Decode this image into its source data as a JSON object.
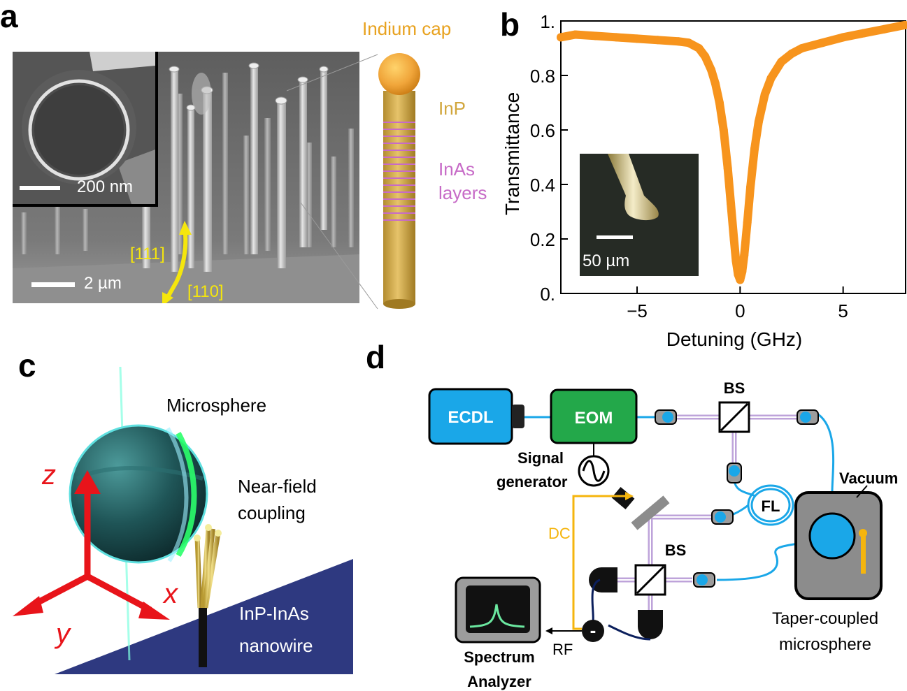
{
  "panels": {
    "a": {
      "label": "a",
      "inset_scale": "200 nm",
      "scale": "2 µm",
      "dir_111": "[111]",
      "dir_110": "[110]",
      "indium_cap": "Indium cap",
      "inp": "InP",
      "inas_line1": "InAs",
      "inas_line2": "layers",
      "colors": {
        "arrow": "#f5e60d",
        "cap": "#f0a53a",
        "inp": "#d9b352",
        "inas": "#c76bc7"
      }
    },
    "b": {
      "label": "b",
      "inset_scale": "50 µm"
    },
    "c": {
      "label": "c",
      "microsphere": "Microsphere",
      "nearfield_line1": "Near-field",
      "nearfield_line2": "coupling",
      "nanowire_line1": "InP-InAs",
      "nanowire_line2": "nanowire",
      "axis_z": "z",
      "axis_x": "x",
      "axis_y": "y",
      "colors": {
        "axes": "#e8141a",
        "substrate": "#2e3980",
        "glow": "#2bff6b"
      }
    },
    "d": {
      "label": "d",
      "ecdl": "ECDL",
      "eom": "EOM",
      "signal_line1": "Signal",
      "signal_line2": "generator",
      "bs_top": "BS",
      "bs_bottom": "BS",
      "fl": "FL",
      "vacuum": "Vacuum",
      "dc": "DC",
      "rf": "RF",
      "minus": "-",
      "spectrum_line1": "Spectrum",
      "spectrum_line2": "Analyzer",
      "taper_line1": "Taper-coupled",
      "taper_line2": "microsphere",
      "colors": {
        "ecdl": "#1aa7e8",
        "eom": "#23a84a",
        "fiber": "#1aa7e8",
        "beam": "#b79ad6",
        "dc_wire": "#f5b50d",
        "chamber": "#8c8c8c"
      }
    }
  },
  "chart_data": {
    "type": "scatter",
    "xlabel": "Detuning (GHz)",
    "ylabel": "Transmittance",
    "xlim": [
      -8.7,
      8.1
    ],
    "ylim": [
      0,
      1.0
    ],
    "xticks": [
      -5,
      0,
      5
    ],
    "xtick_labels": [
      "−5",
      "0",
      "5"
    ],
    "yticks": [
      0,
      0.2,
      0.4,
      0.6,
      0.8,
      1.0
    ],
    "ytick_labels": [
      "0.",
      "0.2",
      "0.4",
      "0.6",
      "0.8",
      "1."
    ],
    "grid": false,
    "series": [
      {
        "color": "#f7941d",
        "x": [
          -8.7,
          -8.0,
          -7.0,
          -6.0,
          -5.0,
          -4.0,
          -3.0,
          -2.5,
          -2.0,
          -1.7,
          -1.4,
          -1.2,
          -1.0,
          -0.8,
          -0.6,
          -0.45,
          -0.3,
          -0.2,
          -0.1,
          0.0,
          0.1,
          0.2,
          0.35,
          0.5,
          0.7,
          0.9,
          1.2,
          1.5,
          2.0,
          2.5,
          3.0,
          4.0,
          5.0,
          6.0,
          7.0,
          8.0
        ],
        "y": [
          0.94,
          0.95,
          0.945,
          0.94,
          0.935,
          0.93,
          0.925,
          0.92,
          0.9,
          0.87,
          0.82,
          0.77,
          0.7,
          0.6,
          0.46,
          0.33,
          0.2,
          0.12,
          0.07,
          0.05,
          0.08,
          0.14,
          0.26,
          0.39,
          0.53,
          0.63,
          0.73,
          0.79,
          0.85,
          0.88,
          0.9,
          0.92,
          0.94,
          0.955,
          0.97,
          0.985
        ]
      }
    ]
  }
}
